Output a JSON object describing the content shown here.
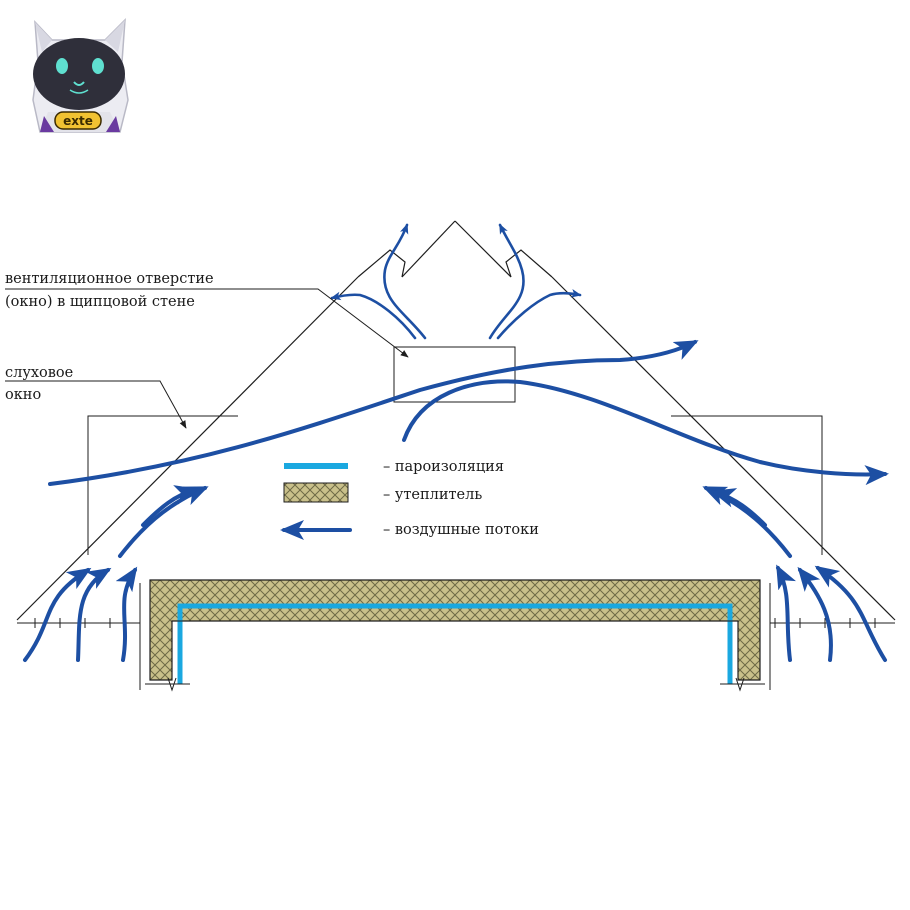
{
  "logo": {
    "text": "exte"
  },
  "labels": {
    "vent_line1": "вентиляционное отверстие",
    "vent_line2": "(окно) в щипцовой стене",
    "dormer_line1": "слуховое",
    "dormer_line2": "окно"
  },
  "legend": [
    {
      "key": "vapor",
      "text": "– пароизоляция"
    },
    {
      "key": "insulation",
      "text": "– утеплитель"
    },
    {
      "key": "airflow",
      "text": "– воздушные потоки"
    }
  ],
  "colors": {
    "airflow": "#1d4fa3",
    "vapor_barrier": "#1aa8e0",
    "insulation": "#c9c08a",
    "insulation_hatch": "#6e6a45",
    "lines": "#1e1e1e"
  }
}
